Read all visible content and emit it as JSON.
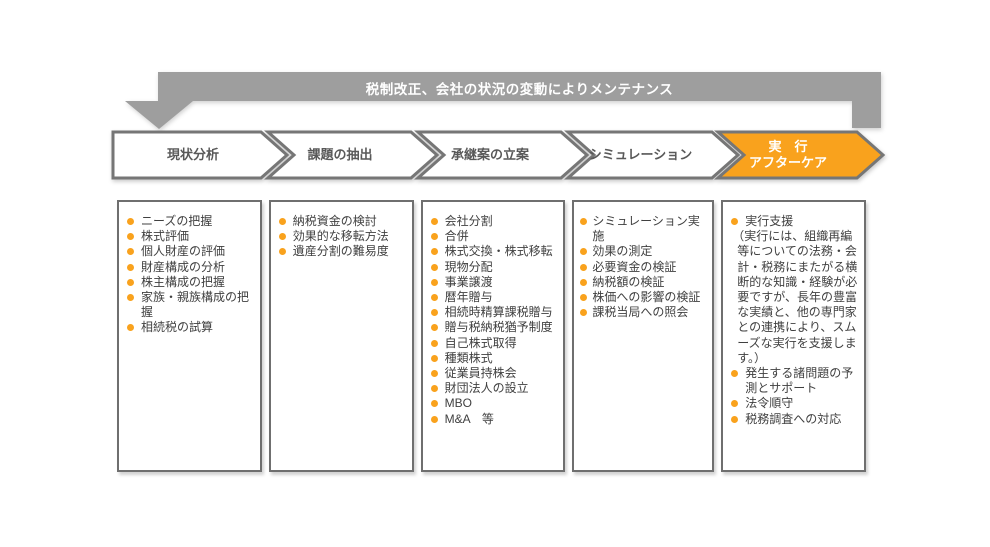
{
  "banner": {
    "label": "税制改正、会社の状況の変動によりメンテナンス"
  },
  "colors": {
    "orange": "#F9A21D",
    "bar-gray": "#9E9E9E",
    "line-gray": "#767676",
    "text-dark": "#404040",
    "label-gray": "#595959"
  },
  "steps": [
    {
      "label": "現状分析",
      "items": [
        "ニーズの把握",
        "株式評価",
        "個人財産の評価",
        "財産構成の分析",
        "株主構成の把握",
        "家族・親族構成の把握",
        "相続税の試算"
      ]
    },
    {
      "label": "課題の抽出",
      "items": [
        "納税資金の検討",
        "効果的な移転方法",
        "遺産分割の難易度"
      ]
    },
    {
      "label": "承継案の立案",
      "items": [
        "会社分割",
        "合併",
        "株式交換・株式移転",
        "現物分配",
        "事業譲渡",
        "暦年贈与",
        "相続時精算課税贈与",
        "贈与税納税猶予制度",
        "自己株式取得",
        "種類株式",
        "従業員持株会",
        "財団法人の設立",
        "MBO",
        "M&A　等"
      ]
    },
    {
      "label": "シミュレーション",
      "items": [
        "シミュレーション実施",
        "効果の測定",
        "必要資金の検証",
        "納税額の検証",
        "株価への影響の検証",
        "課税当局への照会"
      ]
    },
    {
      "label": "実　行",
      "label2": "アフターケア",
      "items": [
        "実行支援",
        {
          "kind": "note",
          "text": "（実行には、組織再編等についての法務・会計・税務にまたがる横断的な知識・経験が必要ですが、長年の豊富な実績と、他の専門家との連携により、スムーズな実行を支援します。）"
        },
        "発生する諸問題の予測とサポート",
        "法令順守",
        "税務調査への対応"
      ]
    }
  ]
}
